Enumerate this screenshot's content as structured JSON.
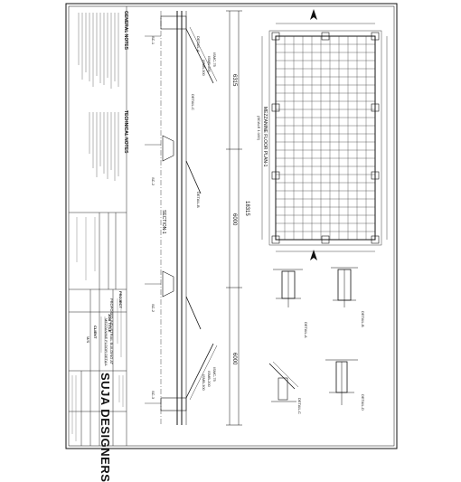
{
  "sheet": {
    "general_notes_title": "GENERAL NOTES",
    "technical_notes_title": "TECHNICAL NOTES",
    "project_label": "PROJECT",
    "job_title_label": "JOB TITLE",
    "client_label": "CLIENT",
    "project_name": "PROPOSED INDUSTRIAL BUILDING AT",
    "job_title": "MEZZANINE FLOOR DETAIL",
    "client_name": "M/S",
    "company_name": "SUJA DESIGNERS"
  },
  "plan": {
    "title": "MEZZANINE FLOOR PLAN-1",
    "scale": "(SCALE 1:100)"
  },
  "section": {
    "title": "SECTION-1",
    "overall_dim": "18315",
    "span_dims": [
      "6315",
      "6000",
      "6000"
    ],
    "detail_labels": [
      "DETAIL-C",
      "DETAIL-B",
      "DETAIL-A"
    ],
    "member_labels": [
      "ISMC-75",
      "ISMB-200",
      "ISMB-300"
    ],
    "column_labels": [
      "SC-1",
      "SC-2",
      "SC-2",
      "SC-3"
    ]
  },
  "details": {
    "titles": [
      "DETAIL-A",
      "DETAIL-B",
      "DETAIL-C",
      "DETAIL-D"
    ]
  }
}
